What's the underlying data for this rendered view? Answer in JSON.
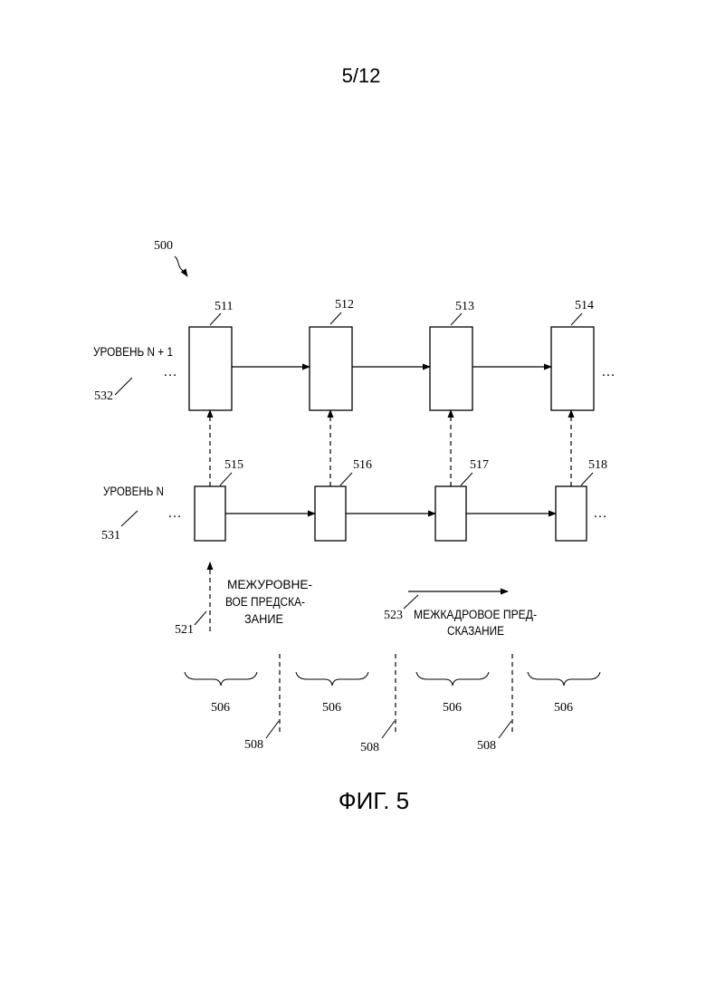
{
  "page_number": "5/12",
  "figure_title": "ФИГ. 5",
  "diagram_ref": "500",
  "layers": {
    "upper": {
      "label": "УРОВЕНЬ N + 1",
      "ref": "532",
      "frames": [
        "511",
        "512",
        "513",
        "514"
      ]
    },
    "lower": {
      "label": "УРОВЕНЬ N",
      "ref": "531",
      "frames": [
        "515",
        "516",
        "517",
        "518"
      ]
    }
  },
  "legend": {
    "inter_layer": {
      "ref": "521",
      "lines": [
        "МЕЖУРОВНЕ-",
        "ВОЕ ПРЕДСКА-",
        "ЗАНИЕ"
      ]
    },
    "inter_frame": {
      "ref": "523",
      "lines": [
        "МЕЖКАДРОВОЕ ПРЕД-",
        "СКАЗАНИЕ"
      ]
    }
  },
  "groups": [
    "506",
    "506",
    "506",
    "506"
  ],
  "separators": [
    "508",
    "508",
    "508"
  ],
  "ellipsis": "…"
}
